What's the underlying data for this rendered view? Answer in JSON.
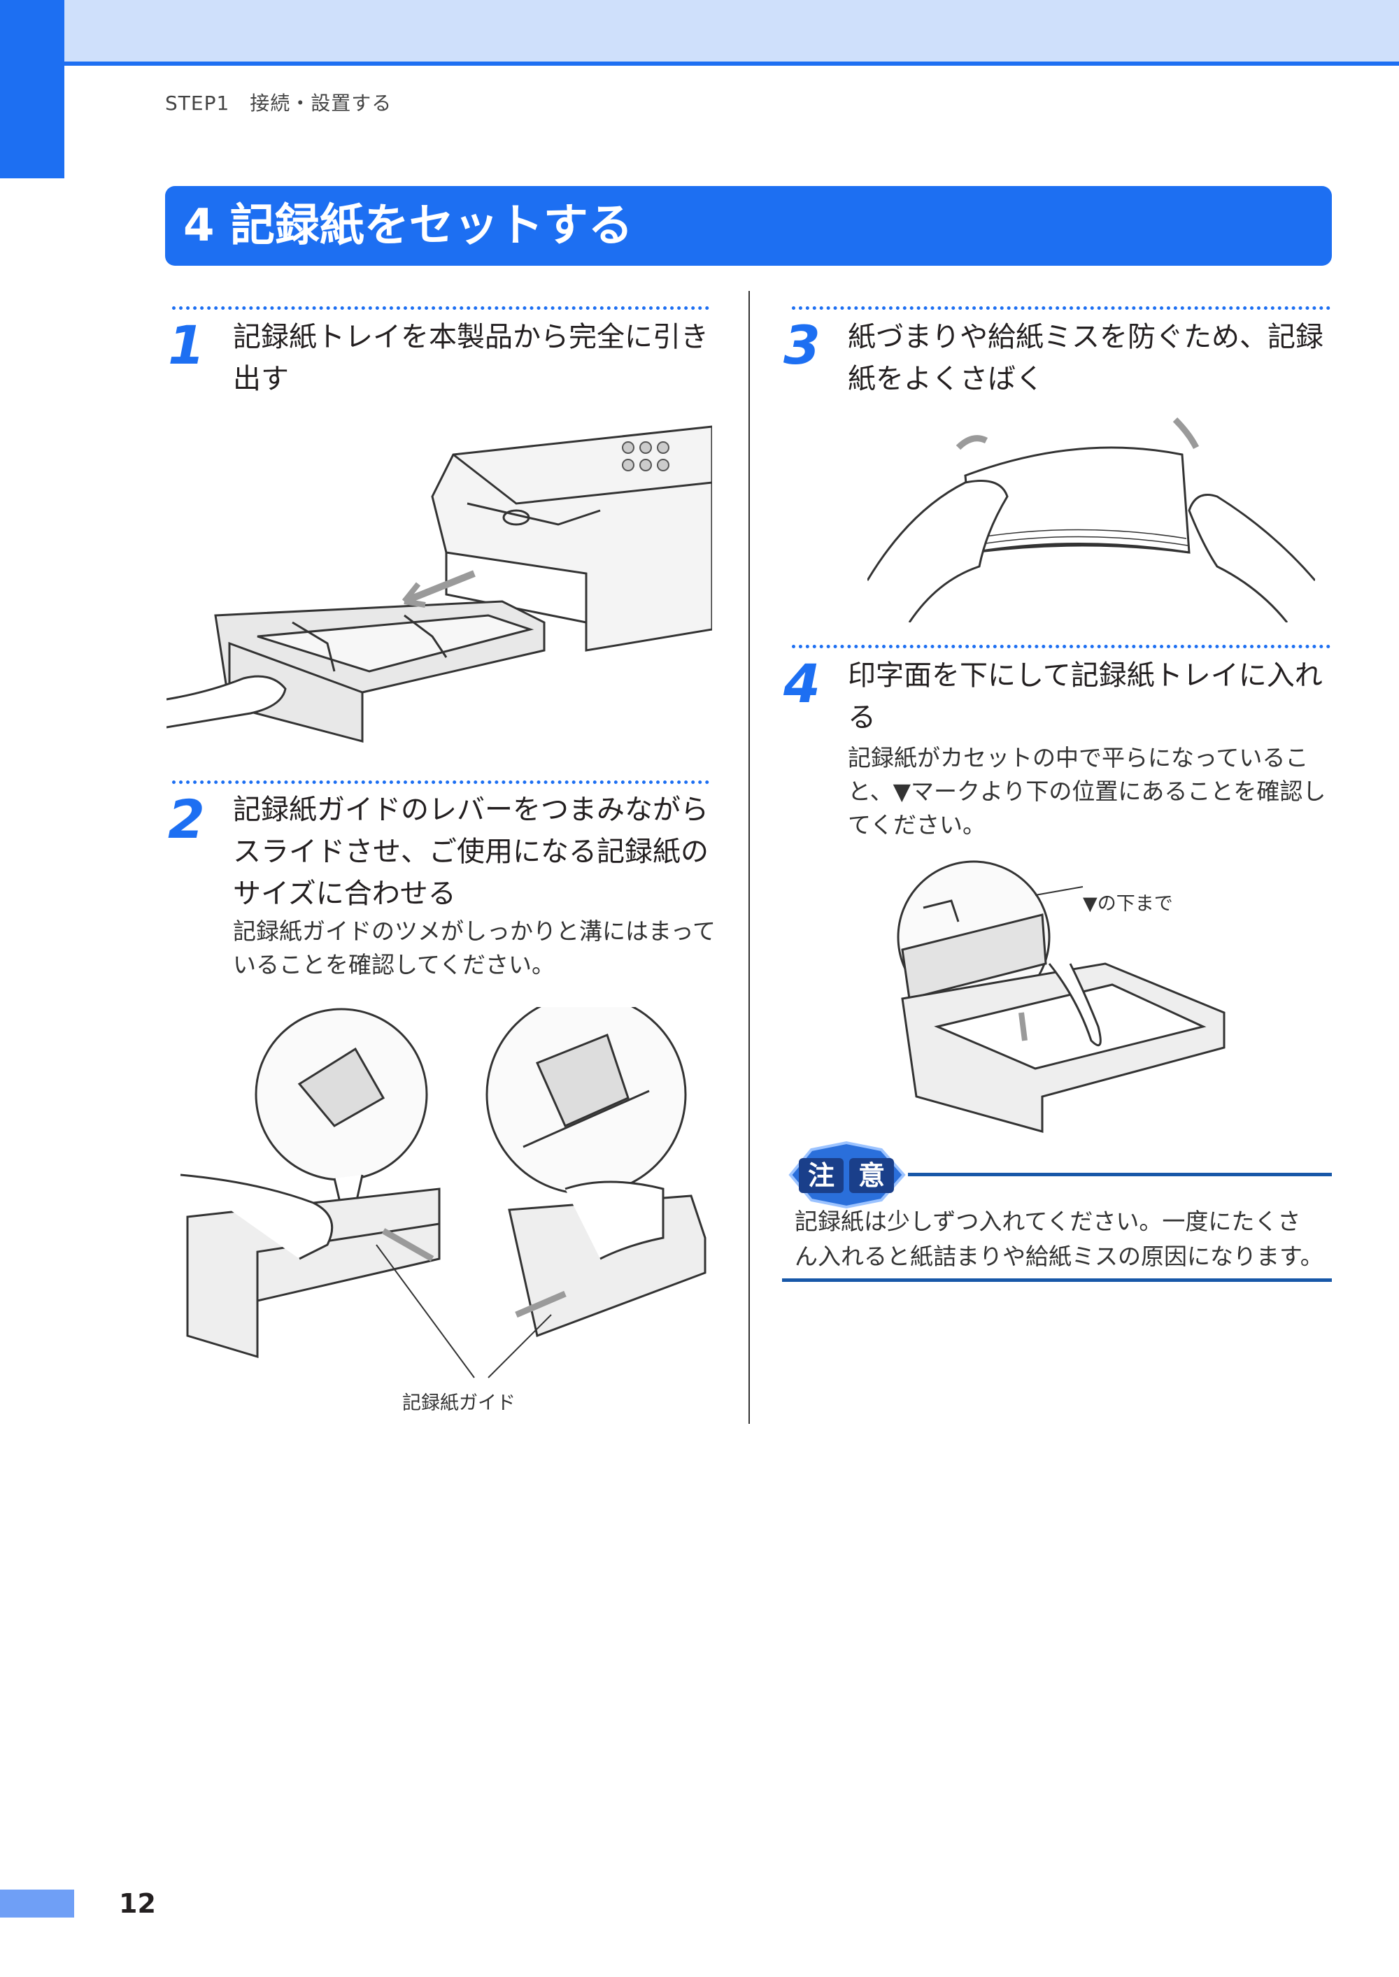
{
  "header": {
    "running_head": "STEP1　接続・設置する"
  },
  "section": {
    "title": "4 記録紙をセットする"
  },
  "steps": [
    {
      "number": "1",
      "title_line1": "記録紙トレイを本製品から完全に引き",
      "title_line2": "出す",
      "body": ""
    },
    {
      "number": "2",
      "title_line1": "記録紙ガイドのレバーをつまみながら",
      "title_line2": "スライドさせ、ご使用になる記録紙の",
      "title_line3": "サイズに合わせる",
      "body_line1": "記録紙ガイドのツメがしっかりと溝にはまって",
      "body_line2": "いることを確認してください。",
      "caption": "記録紙ガイド"
    },
    {
      "number": "3",
      "title_line1": "紙づまりや給紙ミスを防ぐため、記録",
      "title_line2": "紙をよくさばく"
    },
    {
      "number": "4",
      "title_line1": "印字面を下にして記録紙トレイに入れ",
      "title_line2": "る",
      "body_line1": "記録紙がカセットの中で平らになっているこ",
      "body_line2": "と、▼マークより下の位置にあることを確認し",
      "body_line3": "てください。",
      "caption": "▼の下まで"
    }
  ],
  "note": {
    "badge_char1": "注",
    "badge_char2": "意",
    "text_line1": "記録紙は少しずつ入れてください。一度にたくさ",
    "text_line2": "ん入れると紙詰まりや給紙ミスの原因になります。"
  },
  "footer": {
    "page_number": "12"
  },
  "colors": {
    "accent": "#1d6ff2",
    "header_band": "#cfe0fb",
    "note_rule": "#1757a8"
  }
}
